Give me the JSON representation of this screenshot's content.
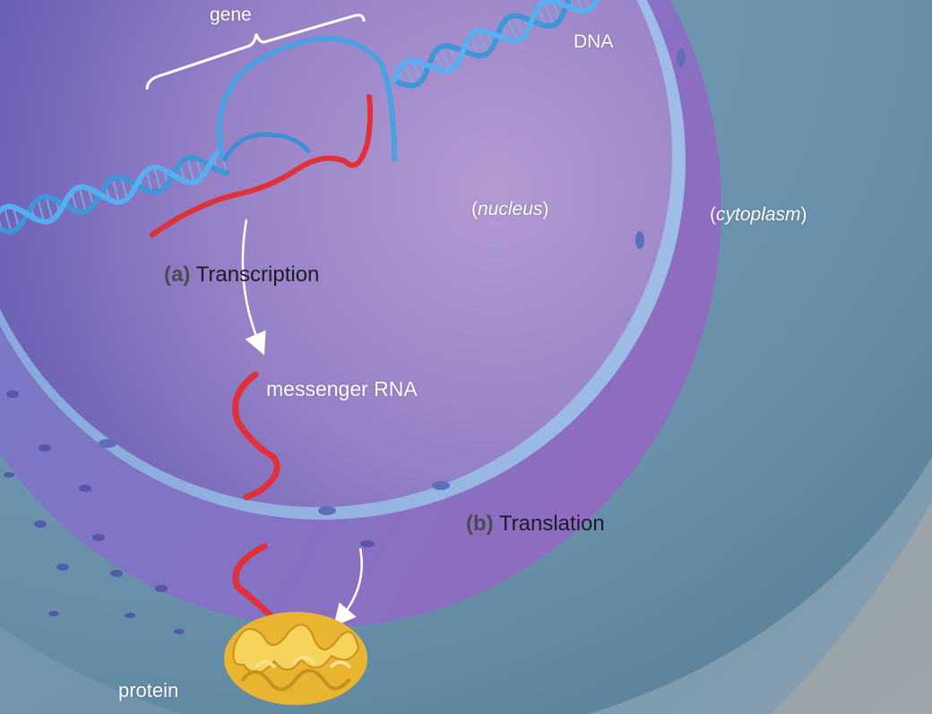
{
  "labels": {
    "gene": "gene",
    "dna": "DNA",
    "nucleus_open": "(",
    "nucleus": "nucleus",
    "nucleus_close": ")",
    "cytoplasm_open": "(",
    "cytoplasm": "cytoplasm",
    "cytoplasm_close": ")",
    "transcription_tag": "(a)",
    "transcription": "Transcription",
    "mrna": "messenger RNA",
    "translation_tag": "(b)",
    "translation": "Translation",
    "protein": "protein"
  },
  "colors": {
    "nucleus_fill": "#9b86c6",
    "nucleus_dark": "#5f56b0",
    "cytoplasm_fill": "#6f95ad",
    "membrane": "#8fb0d8",
    "dna_strand": "#4aa0e0",
    "rna_strand": "#e0303a",
    "protein": "#f0c040"
  }
}
